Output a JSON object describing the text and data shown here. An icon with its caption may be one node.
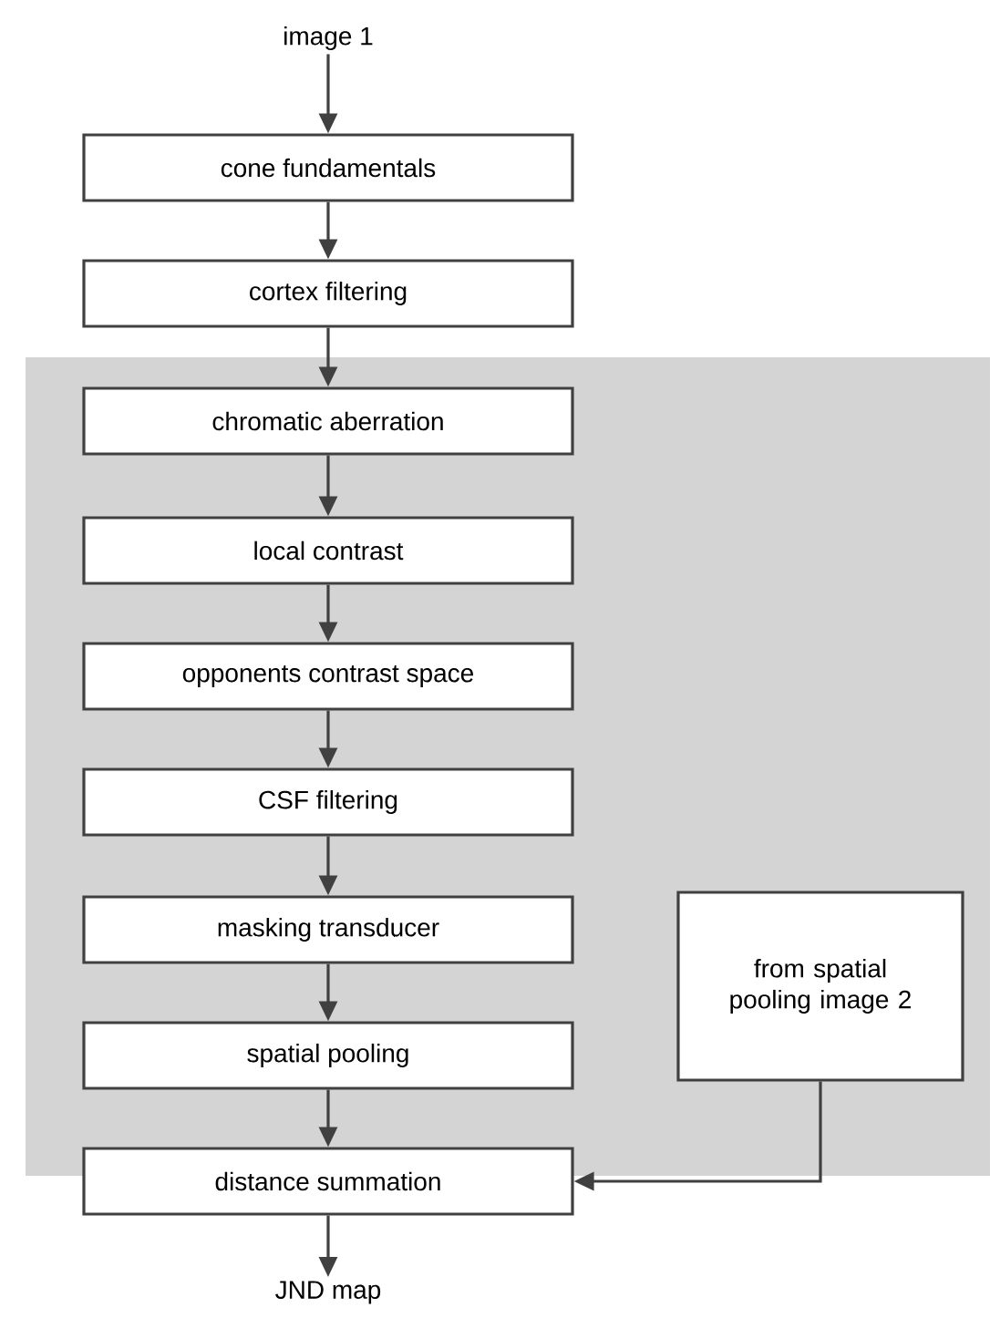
{
  "diagram": {
    "nodes": [
      {
        "text": [
          "image 1"
        ]
      },
      {
        "text": [
          "cone fundamentals"
        ]
      },
      {
        "text": [
          "cortex filtering"
        ]
      },
      {
        "text": [
          "chromatic aberration"
        ]
      },
      {
        "text": [
          "local contrast"
        ]
      },
      {
        "text": [
          "opponents contrast space"
        ]
      },
      {
        "text": [
          "CSF filtering"
        ]
      },
      {
        "text": [
          "masking transducer"
        ]
      },
      {
        "text": [
          "spatial pooling"
        ]
      },
      {
        "text": [
          "from spatial pooling image 2"
        ]
      },
      {
        "text": [
          "distance summation"
        ]
      },
      {
        "text": [
          "JND map"
        ]
      }
    ],
    "edges": [
      {
        "from": 0,
        "to": 1,
        "arrow": "to"
      },
      {
        "from": 1,
        "to": 2,
        "arrow": "to"
      },
      {
        "from": 2,
        "to": 3,
        "arrow": "to"
      },
      {
        "from": 3,
        "to": 4,
        "arrow": "to"
      },
      {
        "from": 4,
        "to": 5,
        "arrow": "to"
      },
      {
        "from": 5,
        "to": 6,
        "arrow": "to"
      },
      {
        "from": 6,
        "to": 7,
        "arrow": "to"
      },
      {
        "from": 7,
        "to": 8,
        "arrow": "to"
      },
      {
        "from": 8,
        "to": 10,
        "arrow": "to"
      },
      {
        "from": 9,
        "to": 10,
        "arrow": "to"
      },
      {
        "from": 10,
        "to": 11,
        "arrow": "to"
      }
    ]
  }
}
